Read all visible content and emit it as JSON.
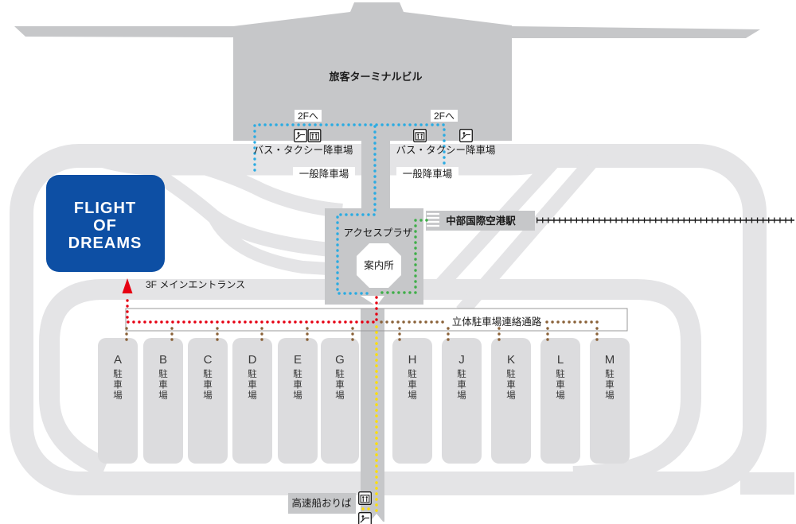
{
  "labels": {
    "terminal": "旅客ターミナルビル",
    "to_2f": "2Fへ",
    "bus_taxi_dropoff": "バス・タクシー降車場",
    "general_dropoff": "一般降車場",
    "access_plaza": "アクセスプラザ",
    "information": "案内所",
    "station": "中部国際空港駅",
    "main_entrance": "3F メインエントランス",
    "parking_corridor": "立体駐車場連絡通路",
    "boat_landing": "高速船おりば"
  },
  "flight_of_dreams": {
    "line1": "FLIGHT",
    "line2": "OF",
    "line3": "DREAMS"
  },
  "parking": {
    "letters": [
      "A",
      "B",
      "C",
      "D",
      "E",
      "G",
      "H",
      "J",
      "K",
      "L",
      "M"
    ],
    "suffix": "駐車場"
  },
  "icons": {
    "terminal_left_group": [
      "escalator",
      "elevator"
    ],
    "terminal_right_group": [
      "elevator",
      "escalator"
    ],
    "boat_group": [
      "elevator",
      "escalator"
    ]
  },
  "colors": {
    "terminal_gray": "#c6c7c9",
    "road_gray": "#e4e4e6",
    "parking_gray": "#dcdcde",
    "fod_blue": "#0d4fa4",
    "route_terminal_blue": "#2aabe2",
    "route_station_green": "#3fae49",
    "route_fod_red": "#e60012",
    "route_boat_yellow": "#ffdf00",
    "route_parking_brown": "#8a6239",
    "railway_black": "#1a1a1a"
  }
}
